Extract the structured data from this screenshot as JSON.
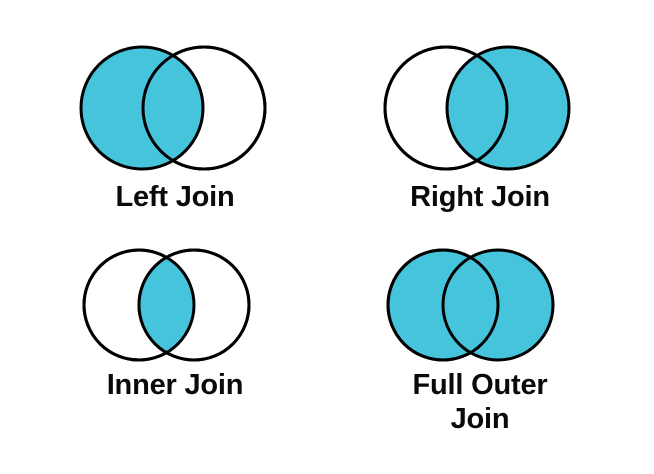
{
  "figure": {
    "title": "SQL Join Types Venn Diagrams",
    "background_color": "#ffffff",
    "fill_color": "#45c4dc",
    "empty_color": "#ffffff",
    "stroke_color": "#000000",
    "stroke_width": 3,
    "text_color": "#0a0a0a"
  },
  "diagrams": [
    {
      "id": "left-join",
      "label": "Left Join",
      "left_circle_filled": true,
      "right_circle_filled": false,
      "intersection_filled": true,
      "circle_diameter": 125,
      "overlap": 38
    },
    {
      "id": "right-join",
      "label": "Right Join",
      "left_circle_filled": false,
      "right_circle_filled": true,
      "intersection_filled": true,
      "circle_diameter": 125,
      "overlap": 38
    },
    {
      "id": "inner-join",
      "label": "Inner Join",
      "left_circle_filled": false,
      "right_circle_filled": false,
      "intersection_filled": true,
      "circle_diameter": 112,
      "overlap": 34
    },
    {
      "id": "full-outer-join",
      "label": "Full Outer\nJoin",
      "left_circle_filled": true,
      "right_circle_filled": true,
      "intersection_filled": true,
      "circle_diameter": 112,
      "overlap": 34
    }
  ]
}
